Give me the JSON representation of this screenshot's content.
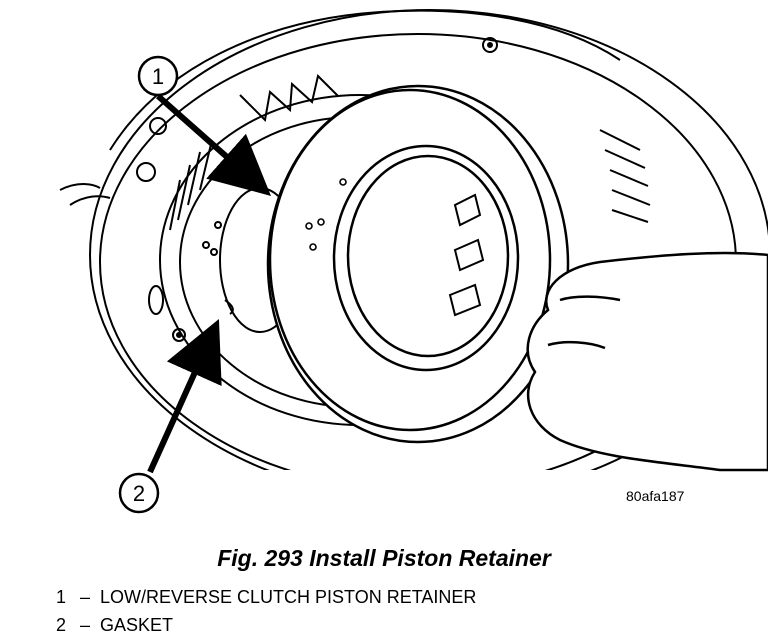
{
  "figure": {
    "caption": "Fig. 293 Install Piston Retainer",
    "code": "80afa187"
  },
  "callouts": [
    {
      "number": "1"
    },
    {
      "number": "2"
    }
  ],
  "legend": [
    {
      "number": "1",
      "dash": "–",
      "text": "LOW/REVERSE CLUTCH PISTON RETAINER"
    },
    {
      "number": "2",
      "dash": "–",
      "text": "GASKET"
    }
  ]
}
